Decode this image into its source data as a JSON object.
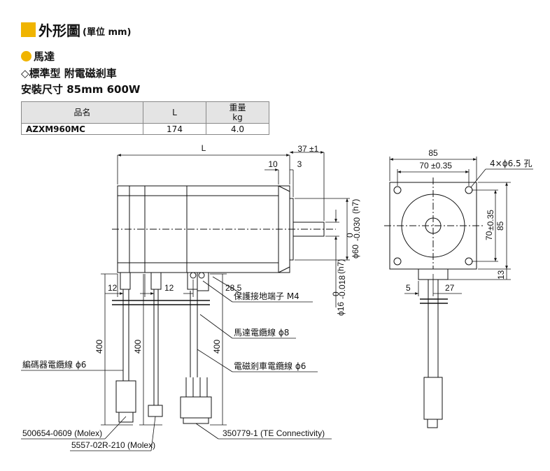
{
  "header": {
    "title": "外形圖",
    "unit": "(單位 mm)",
    "product": "馬達",
    "subtitle": "◇標準型 附電磁剎車",
    "size": "安裝尺寸 85mm 600W"
  },
  "table": {
    "headers": {
      "name": "品名",
      "length": "L",
      "weight_line1": "重量",
      "weight_line2": "kg"
    },
    "row": {
      "model": "AZXM960MC",
      "length": "174",
      "weight": "4.0"
    }
  },
  "dims": {
    "L": "L",
    "d37": "37",
    "d37tol": "±1",
    "d10": "10",
    "d3": "3",
    "d85top": "85",
    "d70top": "70",
    "tol035": "±0.35",
    "hole": "4×ϕ6.5 孔",
    "d70side": "70",
    "d85side": "85",
    "d13": "13",
    "d5": "5",
    "d27": "27",
    "d12a": "12",
    "d12b": "12",
    "d28": "28.5",
    "d400a": "400",
    "d400b": "400",
    "d400c": "400",
    "phi60": "ϕ60",
    "phi60tol": "-0.030",
    "phi60top": "0",
    "h7a": "(h7)",
    "phi16": "ϕ16",
    "phi16tol": "-0.018",
    "phi16top": "0",
    "h7b": "(h7)"
  },
  "labels": {
    "ground": "保護接地端子 M4",
    "motor_cable": "馬達電纜線 ϕ8",
    "encoder_cable": "編碼器電纜線 ϕ6",
    "brake_cable": "電磁剎車電纜線 ϕ6",
    "conn1": "500654-0609 (Molex)",
    "conn2": "5557-02R-210 (Molex)",
    "conn3": "350779-1 (TE Connectivity)"
  }
}
